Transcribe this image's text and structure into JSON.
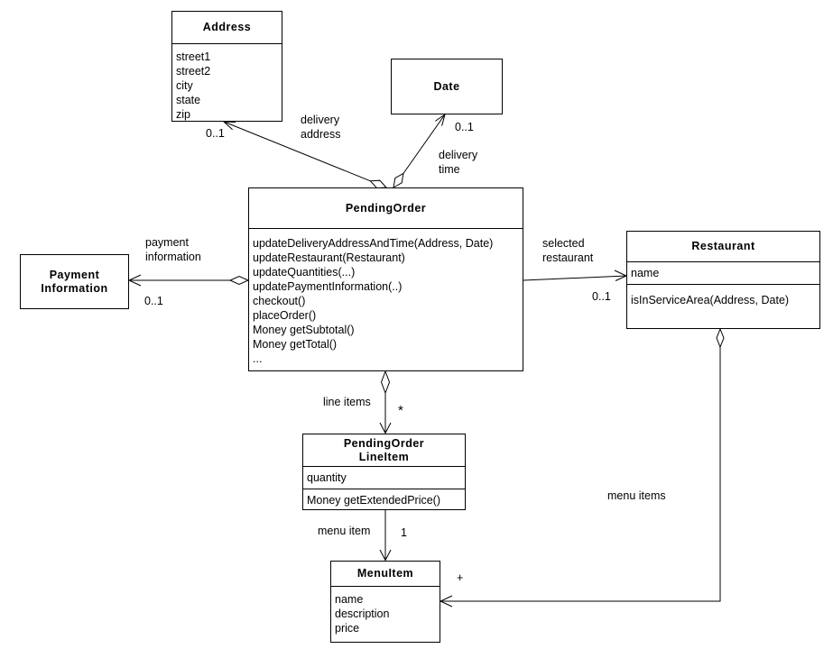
{
  "classes": {
    "address": {
      "name": "Address",
      "attributes": [
        "street1",
        "street2",
        "city",
        "state",
        "zip"
      ]
    },
    "date": {
      "name": "Date"
    },
    "pending_order": {
      "name": "PendingOrder",
      "operations": [
        "updateDeliveryAddressAndTime(Address, Date)",
        "updateRestaurant(Restaurant)",
        "updateQuantities(...)",
        "updatePaymentInformation(..)",
        "checkout()",
        "placeOrder()",
        "Money getSubtotal()",
        "Money getTotal()",
        "..."
      ]
    },
    "payment_information": {
      "name": "Payment\nInformation"
    },
    "restaurant": {
      "name": "Restaurant",
      "attributes": [
        "name"
      ],
      "operations": [
        "isInServiceArea(Address, Date)"
      ]
    },
    "pending_order_line_item": {
      "name": "PendingOrder\nLineItem",
      "attributes": [
        "quantity"
      ],
      "operations": [
        "Money getExtendedPrice()"
      ]
    },
    "menu_item": {
      "name": "MenuItem",
      "attributes": [
        "name",
        "description",
        "price"
      ]
    }
  },
  "edge_labels": {
    "delivery_address": "delivery\naddress",
    "delivery_time": "delivery\ntime",
    "payment_information": "payment\ninformation",
    "selected_restaurant": "selected\nrestaurant",
    "line_items": "line items",
    "menu_item": "menu item",
    "menu_items": "menu items"
  },
  "multiplicities": {
    "address": "0..1",
    "date": "0..1",
    "payment_information": "0..1",
    "restaurant": "0..1",
    "line_items": "*",
    "menu_item": "1",
    "menu_items": "+"
  },
  "colors": {
    "line": "#000000",
    "background": "#ffffff",
    "text": "#000000"
  }
}
